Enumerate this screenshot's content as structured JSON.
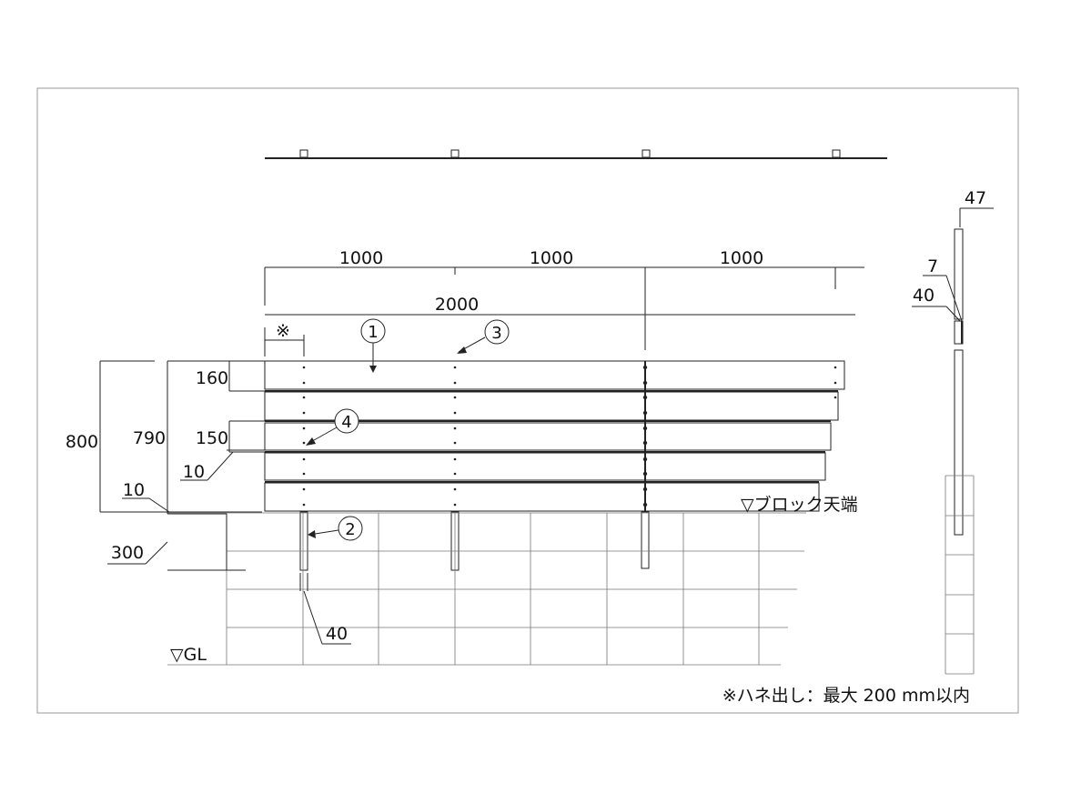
{
  "dims": {
    "span_1": "1000",
    "span_2": "1000",
    "span_3": "1000",
    "span_total": "2000",
    "overhang_mark": "※",
    "total_height": "800",
    "panel_height": "790",
    "board_top": "160",
    "board_std": "150",
    "gap": "10",
    "base_gap": "10",
    "embed": "300",
    "post_width": "40",
    "side_depth": "47",
    "side_gap": "7",
    "side_post": "40"
  },
  "callouts": {
    "c1": "1",
    "c2": "2",
    "c3": "3",
    "c4": "4"
  },
  "labels": {
    "block_top": "▽ブロック天端",
    "ground": "▽GL",
    "note": "※ハネ出し：最大 200 mm以内"
  }
}
